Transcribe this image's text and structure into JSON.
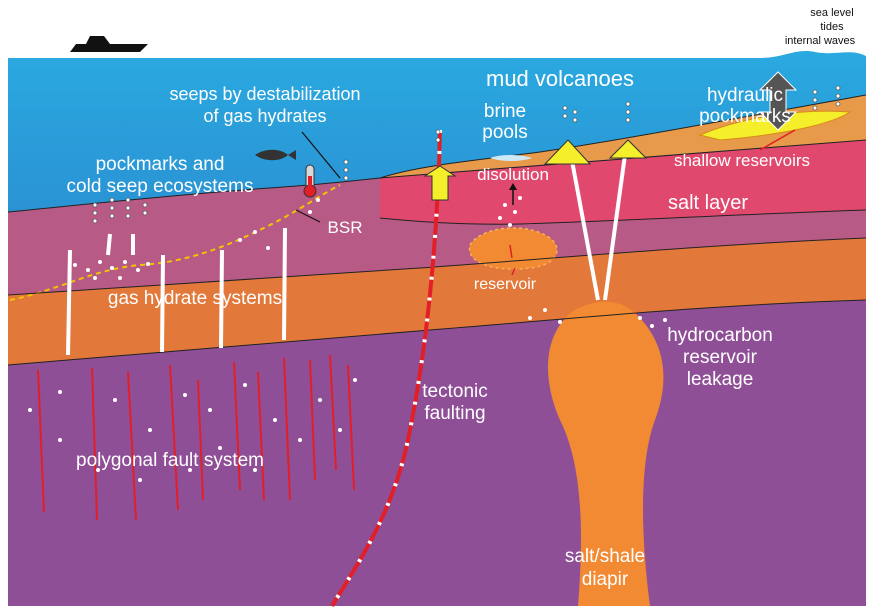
{
  "colors": {
    "sea_top": "#2aa9e0",
    "sea_bottom": "#1a2f8f",
    "shallow_orange": "#e69a4a",
    "salt_pink": "#e0486e",
    "rose": "#b85a86",
    "deep_orange": "#e2783a",
    "purple": "#8e4f97",
    "diapir": "#f18a32",
    "fault_red": "#e21f26",
    "hydrate_dash": "#f2c400",
    "gas_yellow": "#f4ef2a"
  },
  "labels": {
    "sea_level": "sea level",
    "tides": "tides",
    "internal_waves": "internal waves",
    "mud_volcanoes": "mud volcanoes",
    "hydraulic": "hydraulic",
    "pockmarks": "pockmarks",
    "seeps_line1": "seeps by destabilization",
    "seeps_line2": "of gas hydrates",
    "brine": "brine",
    "pools": "pools",
    "pockmarks_line1": "pockmarks and",
    "pockmarks_line2": "cold seep ecosystems",
    "shallow_reservoirs": "shallow reservoirs",
    "disolution": "disolution",
    "salt_layer": "salt layer",
    "bsr": "BSR",
    "reservoir": "reservoir",
    "gas_hydrate_systems": "gas hydrate systems",
    "hydrocarbon": "hydrocarbon",
    "reservoir2": "reservoir",
    "leakage": "leakage",
    "tectonic": "tectonic",
    "faulting": "faulting",
    "polygonal_fault_system": "polygonal fault system",
    "salt_shale": "salt/shale",
    "diapir": "diapir"
  },
  "icons": [
    "ship-icon",
    "fish-icon",
    "thermometer-icon",
    "double-arrow-icon"
  ]
}
